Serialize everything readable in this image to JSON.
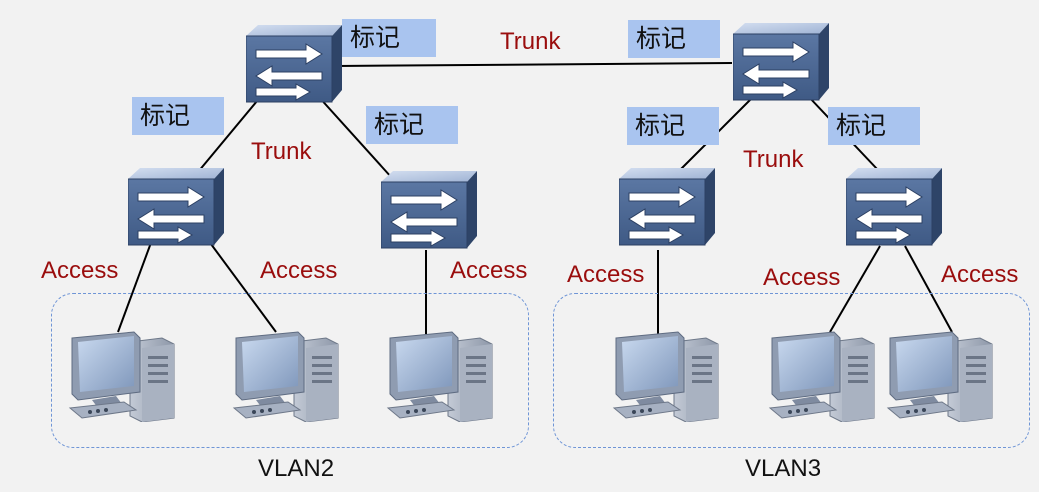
{
  "colors": {
    "link_label": "#9a0d0d",
    "tag_fill": "#a9c4ef",
    "switch_front": "#4c6893",
    "switch_top": "#b8c8e2",
    "vlan_border": "#6f95d6"
  },
  "core": {
    "trunk_label": "Trunk",
    "left_tag": "标记",
    "right_tag": "标记"
  },
  "vlan2": {
    "name": "VLAN2",
    "trunk_label": "Trunk",
    "tag_left": "标记",
    "tag_right": "标记",
    "access_1": "Access",
    "access_2": "Access",
    "access_3": "Access"
  },
  "vlan3": {
    "name": "VLAN3",
    "trunk_label": "Trunk",
    "tag_left": "标记",
    "tag_right": "标记",
    "access_1": "Access",
    "access_2": "Access",
    "access_3": "Access"
  },
  "icons": {
    "switch": "switch-icon",
    "computer": "computer-icon"
  }
}
